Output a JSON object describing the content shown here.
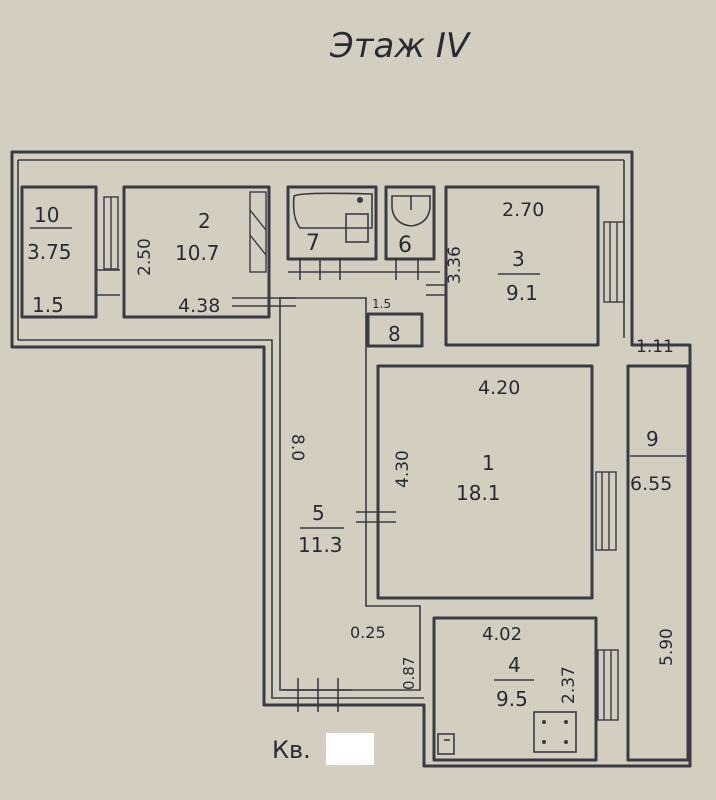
{
  "floor_title": "Этаж IV",
  "apartment_label": "Кв.",
  "rooms": [
    {
      "id": "r10",
      "number": "10",
      "area": "3.75",
      "dims": [
        "1.5"
      ]
    },
    {
      "id": "r2",
      "number": "2",
      "area": "10.7",
      "dims": [
        "2.50",
        "4.38"
      ]
    },
    {
      "id": "r7",
      "number": "7",
      "area": "",
      "dims": []
    },
    {
      "id": "r6",
      "number": "6",
      "area": "",
      "dims": []
    },
    {
      "id": "r3",
      "number": "3",
      "area": "9.1",
      "dims": [
        "2.70",
        "3.36"
      ]
    },
    {
      "id": "r8",
      "number": "8",
      "area": "",
      "dims": [
        "1.5"
      ]
    },
    {
      "id": "r1",
      "number": "1",
      "area": "18.1",
      "dims": [
        "4.20",
        "4.30"
      ]
    },
    {
      "id": "r9",
      "number": "9",
      "area": "6.55",
      "dims": [
        "1.11",
        "5.90"
      ]
    },
    {
      "id": "r5",
      "number": "5",
      "area": "11.3",
      "dims": [
        "8.0",
        "0.25",
        "0.87"
      ]
    },
    {
      "id": "r4",
      "number": "4",
      "area": "9.5",
      "dims": [
        "4.02",
        "2.37"
      ]
    }
  ],
  "colors": {
    "paper": "#d9d3c6",
    "ink": "#3a3a45",
    "redaction": "#ffffff"
  }
}
